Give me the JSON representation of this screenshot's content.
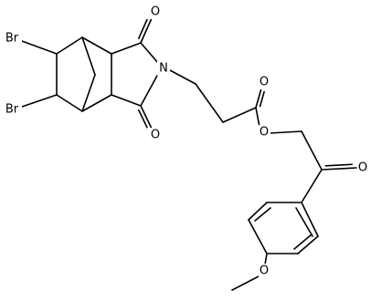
{
  "atoms": [
    {
      "id": "a-br1",
      "text": "Br"
    },
    {
      "id": "a-br2",
      "text": "Br"
    },
    {
      "id": "a-o-top",
      "text": "O"
    },
    {
      "id": "a-n",
      "text": "N"
    },
    {
      "id": "a-o-bot",
      "text": "O"
    },
    {
      "id": "a-o-carbonyl",
      "text": "O"
    },
    {
      "id": "a-o-ester",
      "text": "O"
    },
    {
      "id": "a-o-ketone",
      "text": "O"
    },
    {
      "id": "a-o-methoxy",
      "text": "O"
    }
  ],
  "colors": {
    "bond": "#000000",
    "background": "#ffffff"
  }
}
